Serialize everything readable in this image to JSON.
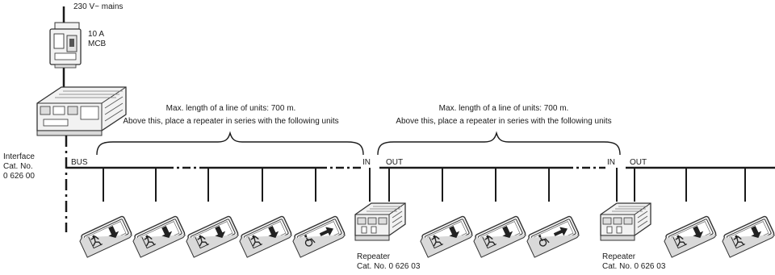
{
  "mains": {
    "label": "230 V~ mains"
  },
  "mcb": {
    "rating": "10 A",
    "type": "MCB"
  },
  "interface": {
    "name": "Interface",
    "cat": "Cat. No.",
    "number": "0 626 00"
  },
  "bus": {
    "label": "BUS"
  },
  "segments": [
    {
      "line1": "Max. length of a line of units: 700 m.",
      "line2": "Above this, place a repeater in series with the following units"
    },
    {
      "line1": "Max. length of a line of units: 700 m.",
      "line2": "Above this, place a repeater in series with the following units"
    }
  ],
  "repeaters": [
    {
      "in": "IN",
      "out": "OUT",
      "name": "Repeater",
      "cat": "Cat. No. 0 626 03"
    },
    {
      "in": "IN",
      "out": "OUT",
      "name": "Repeater",
      "cat": "Cat. No. 0 626 03"
    }
  ],
  "units": [
    {
      "icon": "running-man-down-arrow-icon"
    },
    {
      "icon": "running-man-down-arrow-icon"
    },
    {
      "icon": "running-man-down-arrow-icon"
    },
    {
      "icon": "running-man-down-arrow-icon"
    },
    {
      "icon": "wheelchair-right-arrow-icon"
    },
    {
      "icon": "running-man-down-arrow-icon"
    },
    {
      "icon": "running-man-down-arrow-icon"
    },
    {
      "icon": "wheelchair-right-arrow-icon"
    },
    {
      "icon": "running-man-down-arrow-icon"
    },
    {
      "icon": "running-man-down-arrow-icon"
    }
  ],
  "colors": {
    "line": "#1a1a1a",
    "device_fill": "#f2f2f2",
    "device_stroke": "#333333"
  }
}
